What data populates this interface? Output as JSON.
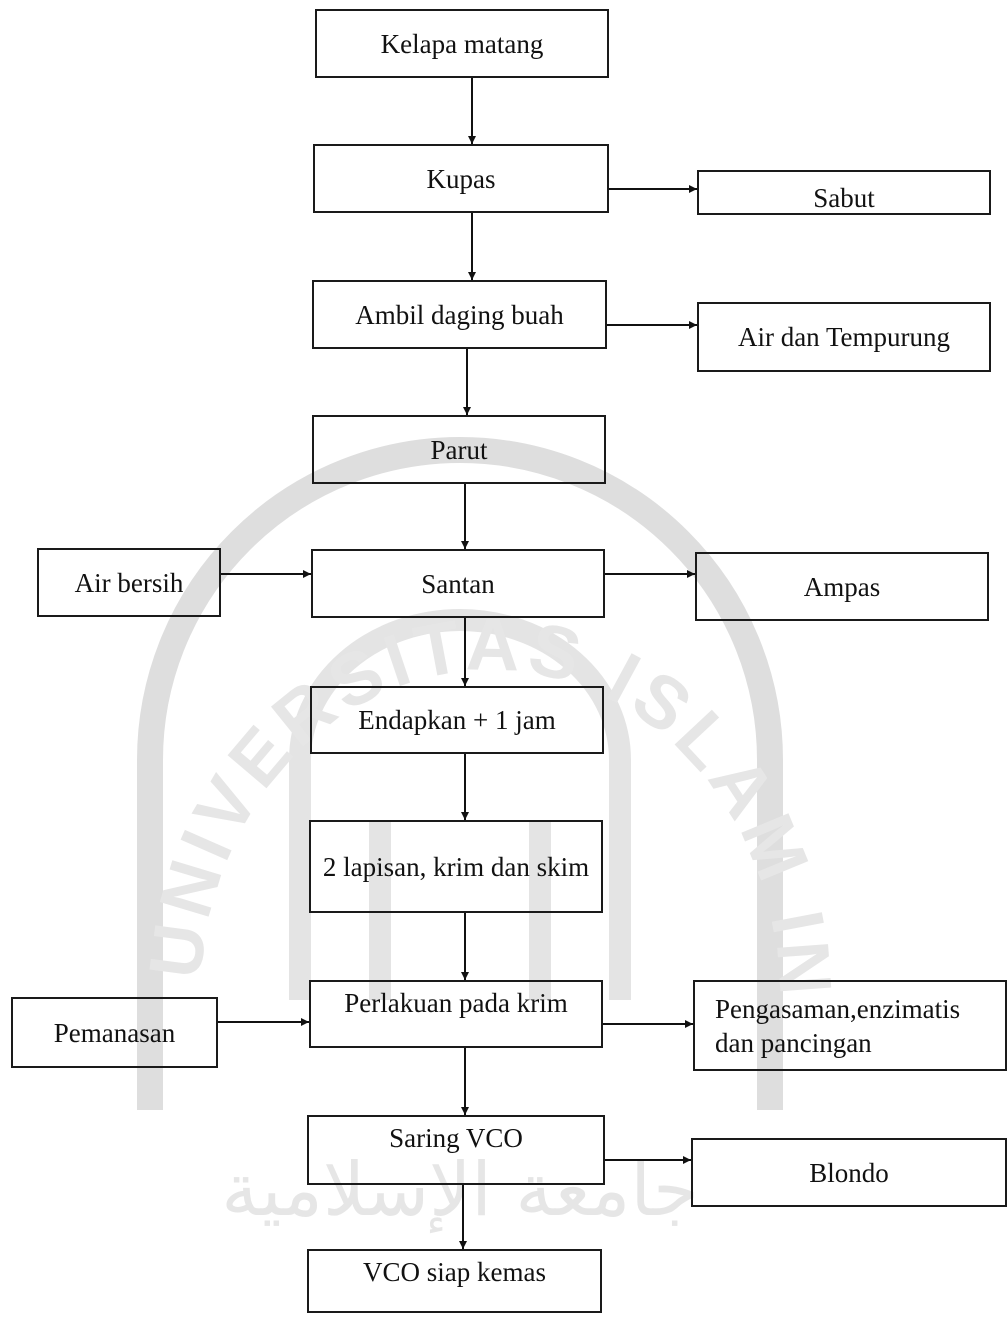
{
  "flowchart": {
    "main": {
      "kelapa_matang": "Kelapa matang",
      "kupas": "Kupas",
      "ambil_daging": "Ambil daging buah",
      "parut": "Parut",
      "santan": "Santan",
      "endapkan": "Endapkan + 1 jam",
      "dua_lapisan": "2 lapisan, krim dan skim",
      "perlakuan": "Perlakuan pada krim",
      "saring": "Saring VCO",
      "siap_kemas": "VCO siap kemas"
    },
    "outputs": {
      "sabut": "Sabut",
      "air_tempurung": "Air dan Tempurung",
      "ampas": "Ampas",
      "pengasaman": "Pengasaman,enzimatis dan pancingan",
      "blondo": "Blondo"
    },
    "inputs": {
      "air_bersih": "Air bersih",
      "pemanasan": "Pemanasan"
    }
  },
  "watermark": {
    "ring_text": "UNIVERSITAS ISLAM INDONESIA",
    "arabic_text": "جامعة الإسلامية",
    "color": "#d8d8d8"
  }
}
